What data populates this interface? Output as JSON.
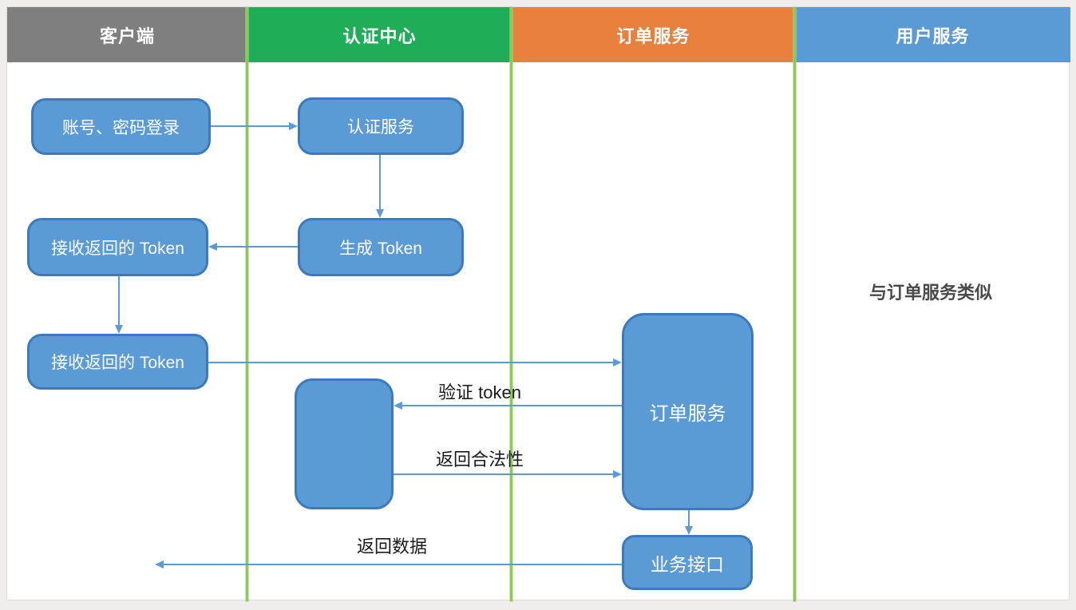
{
  "diagram": {
    "lanes": [
      {
        "label": "客户端",
        "color": "#7f7f7f"
      },
      {
        "label": "认证中心",
        "color": "#1fad58"
      },
      {
        "label": "订单服务",
        "color": "#e8803e"
      },
      {
        "label": "用户服务",
        "color": "#5b9bd5"
      }
    ],
    "nodes": {
      "login": "账号、密码登录",
      "auth_service": "认证服务",
      "recv_token_1": "接收返回的 Token",
      "gen_token": "生成 Token",
      "recv_token_2": "接收返回的 Token",
      "validate_box": "",
      "order_service": "订单服务",
      "biz_api": "业务接口"
    },
    "edge_labels": {
      "verify_token": "验证 token",
      "return_validity": "返回合法性",
      "return_data": "返回数据"
    },
    "notes": {
      "user_service_note": "与订单服务类似"
    },
    "colors": {
      "node_fill": "#5b9bd5",
      "node_border": "#3a7abd",
      "arrow": "#5b9bd5",
      "lane_divider": "#8cc85c"
    }
  }
}
